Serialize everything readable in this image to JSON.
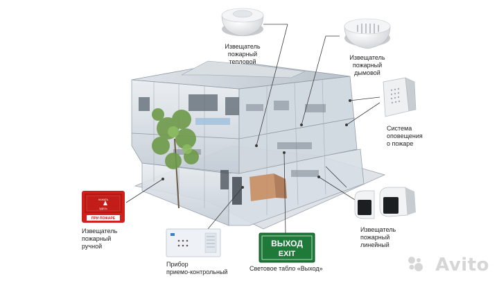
{
  "labels": {
    "heat_detector": "Извещатель\nпожарный\nтепловой",
    "smoke_detector": "Извещатель\nпожарный\nдымовой",
    "alert_system": "Система\nоповещения\nо пожаре",
    "manual_call_point": "Извещатель\nпожарный\nручной",
    "control_panel": "Прибор\nприемо-контрольный",
    "exit_sign_caption": "Световое табло «Выход»",
    "beam_detector": "Извещатель\nпожарный\nлинейный"
  },
  "device_text": {
    "exit_line1": "ВЫХОД",
    "exit_line2": "EXIT",
    "call_point_top": "НАЖАТЬ",
    "call_point_mid": "ЗДЕСЬ",
    "call_point_bottom": "ПРИ ПОЖАРЕ"
  },
  "watermark": "Avito",
  "colors": {
    "exit_green": "#1f7a3a",
    "call_point_red": "#d1201b",
    "leader_line": "#3a3a3a",
    "building_glass": "#c9d2da"
  }
}
